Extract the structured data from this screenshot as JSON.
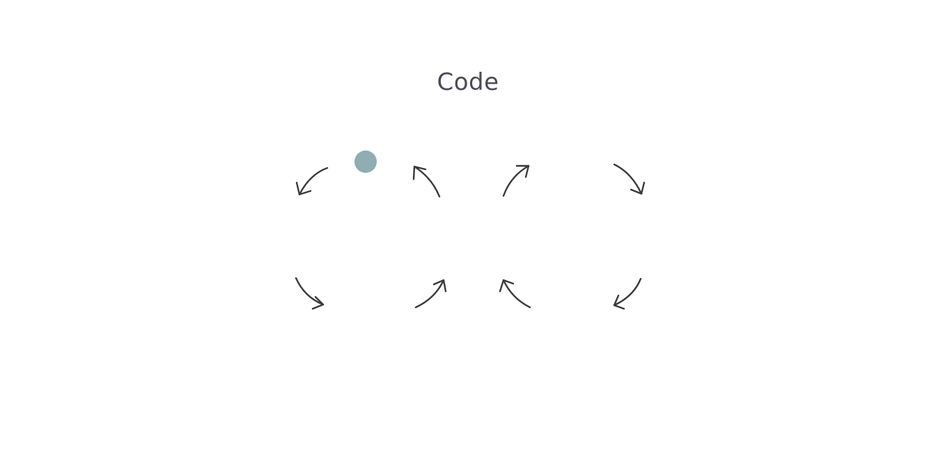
{
  "title": "Code",
  "arrows": [
    {
      "name": "arrow-top-1",
      "direction": "curving-down-left"
    },
    {
      "name": "arrow-top-2",
      "direction": "curving-up-left"
    },
    {
      "name": "arrow-top-3",
      "direction": "curving-up-right"
    },
    {
      "name": "arrow-top-4",
      "direction": "curving-down-right"
    },
    {
      "name": "arrow-bottom-1",
      "direction": "curving-down-right"
    },
    {
      "name": "arrow-bottom-2",
      "direction": "curving-up-right"
    },
    {
      "name": "arrow-bottom-3",
      "direction": "curving-up-left"
    },
    {
      "name": "arrow-bottom-4",
      "direction": "curving-down-left"
    }
  ],
  "colors": {
    "title": "#4a4a57",
    "arrow": "#3a3a3a",
    "dot": "#8fadb2",
    "background": "#ffffff"
  }
}
